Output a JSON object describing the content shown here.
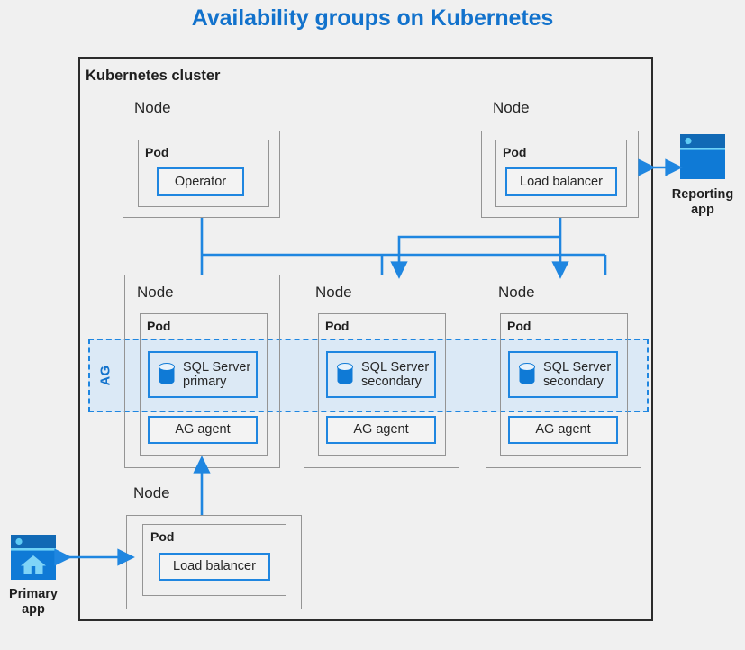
{
  "title": "Availability groups on Kubernetes",
  "colors": {
    "title_blue": "#1272cc",
    "accent_blue": "#1f86e0",
    "icon_blue": "#0f7ad6",
    "band_fill": "#dbe9f6",
    "node_border": "#949494",
    "cluster_border": "#2b2b2b",
    "background": "#f0f0f0"
  },
  "cluster": {
    "label": "Kubernetes cluster"
  },
  "labels": {
    "node": "Node",
    "pod": "Pod",
    "ag_band": "AG"
  },
  "nodes": [
    {
      "id": "node-operator",
      "node_label": "Node",
      "pod_label": "Pod",
      "component": "Operator",
      "icon": "none"
    },
    {
      "id": "node-lb-top",
      "node_label": "Node",
      "pod_label": "Pod",
      "component": "Load balancer",
      "icon": "none"
    },
    {
      "id": "node-sql-primary",
      "node_label": "Node",
      "pod_label": "Pod",
      "component": "SQL Server\nprimary",
      "icon": "database-icon",
      "agent": "AG agent"
    },
    {
      "id": "node-sql-secondary-1",
      "node_label": "Node",
      "pod_label": "Pod",
      "component": "SQL Server\nsecondary",
      "icon": "database-icon",
      "agent": "AG agent"
    },
    {
      "id": "node-sql-secondary-2",
      "node_label": "Node",
      "pod_label": "Pod",
      "component": "SQL Server\nsecondary",
      "icon": "database-icon",
      "agent": "AG agent"
    },
    {
      "id": "node-lb-bottom",
      "node_label": "Node",
      "pod_label": "Pod",
      "component": "Load balancer",
      "icon": "none"
    }
  ],
  "external_apps": [
    {
      "id": "reporting-app",
      "caption": "Reporting\napp",
      "icon": "window-icon"
    },
    {
      "id": "primary-app",
      "caption": "Primary\napp",
      "icon": "window-home-icon"
    }
  ]
}
